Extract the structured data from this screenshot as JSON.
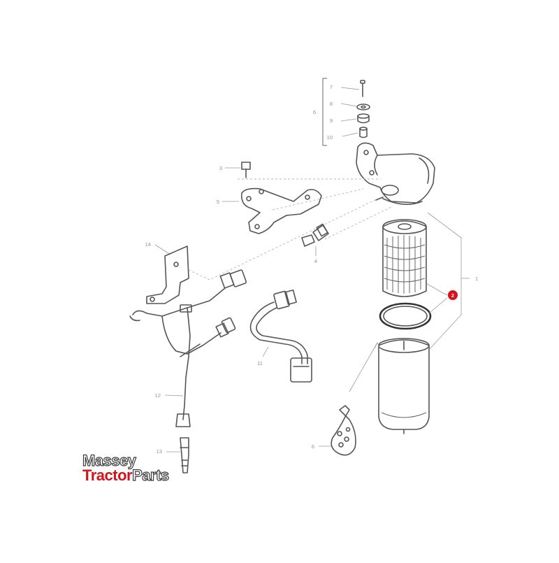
{
  "diagram": {
    "callouts": {
      "c1": "1",
      "c3": "3",
      "c4": "4",
      "c5": "5",
      "c6_top": "6",
      "c6_bottom": "6",
      "c7": "7",
      "c8": "8",
      "c9": "9",
      "c10": "10",
      "c11": "11",
      "c12": "12",
      "c13": "13",
      "c14": "14"
    },
    "highlighted_part": "2",
    "highlight_color": "#d6121b",
    "line_color": "#555555",
    "callout_color": "#8a8fb8"
  },
  "logo": {
    "line1": "Massey",
    "line2_red": "Tractor",
    "line2_rest": "Parts",
    "brand_red": "#d6121b"
  }
}
